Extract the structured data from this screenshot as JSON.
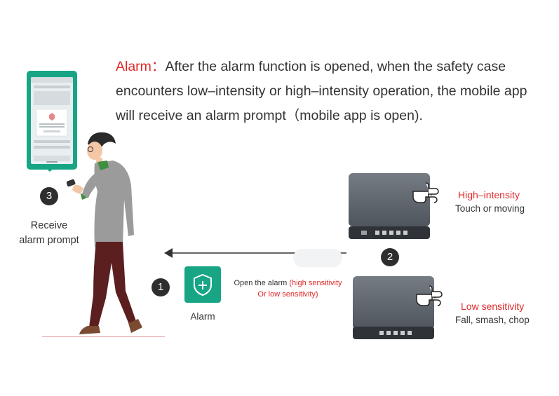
{
  "headline": {
    "label": "Alarm",
    "separator": "：",
    "text": "After the alarm function is opened, when the safety case encounters low–intensity or high–intensity operation, the mobile app will receive an alarm prompt（mobile app is open)."
  },
  "steps": [
    {
      "number": "1"
    },
    {
      "number": "2"
    },
    {
      "number": "3"
    }
  ],
  "receive": {
    "line1": "Receive",
    "line2": "alarm prompt"
  },
  "alarm_button": {
    "label": "Alarm"
  },
  "open_alarm": {
    "prefix": "Open the alarm ",
    "red_part1": "(high sensitivity",
    "red_part2": "Or low sensitivity)"
  },
  "high": {
    "title": "High–intensity",
    "subtitle": "Touch or moving"
  },
  "low": {
    "title": "Low sensitivity",
    "subtitle": "Fall, smash, chop"
  },
  "colors": {
    "accent_red": "#e02a2a",
    "brand_green": "#17a586",
    "badge_dark": "#2e2e2e",
    "case_gray": "#5a6068"
  },
  "icons": [
    "shield-plus-icon",
    "hand-touch-icon",
    "arrow-left-icon",
    "person-illustration",
    "phone-illustration",
    "safety-case-illustration"
  ]
}
